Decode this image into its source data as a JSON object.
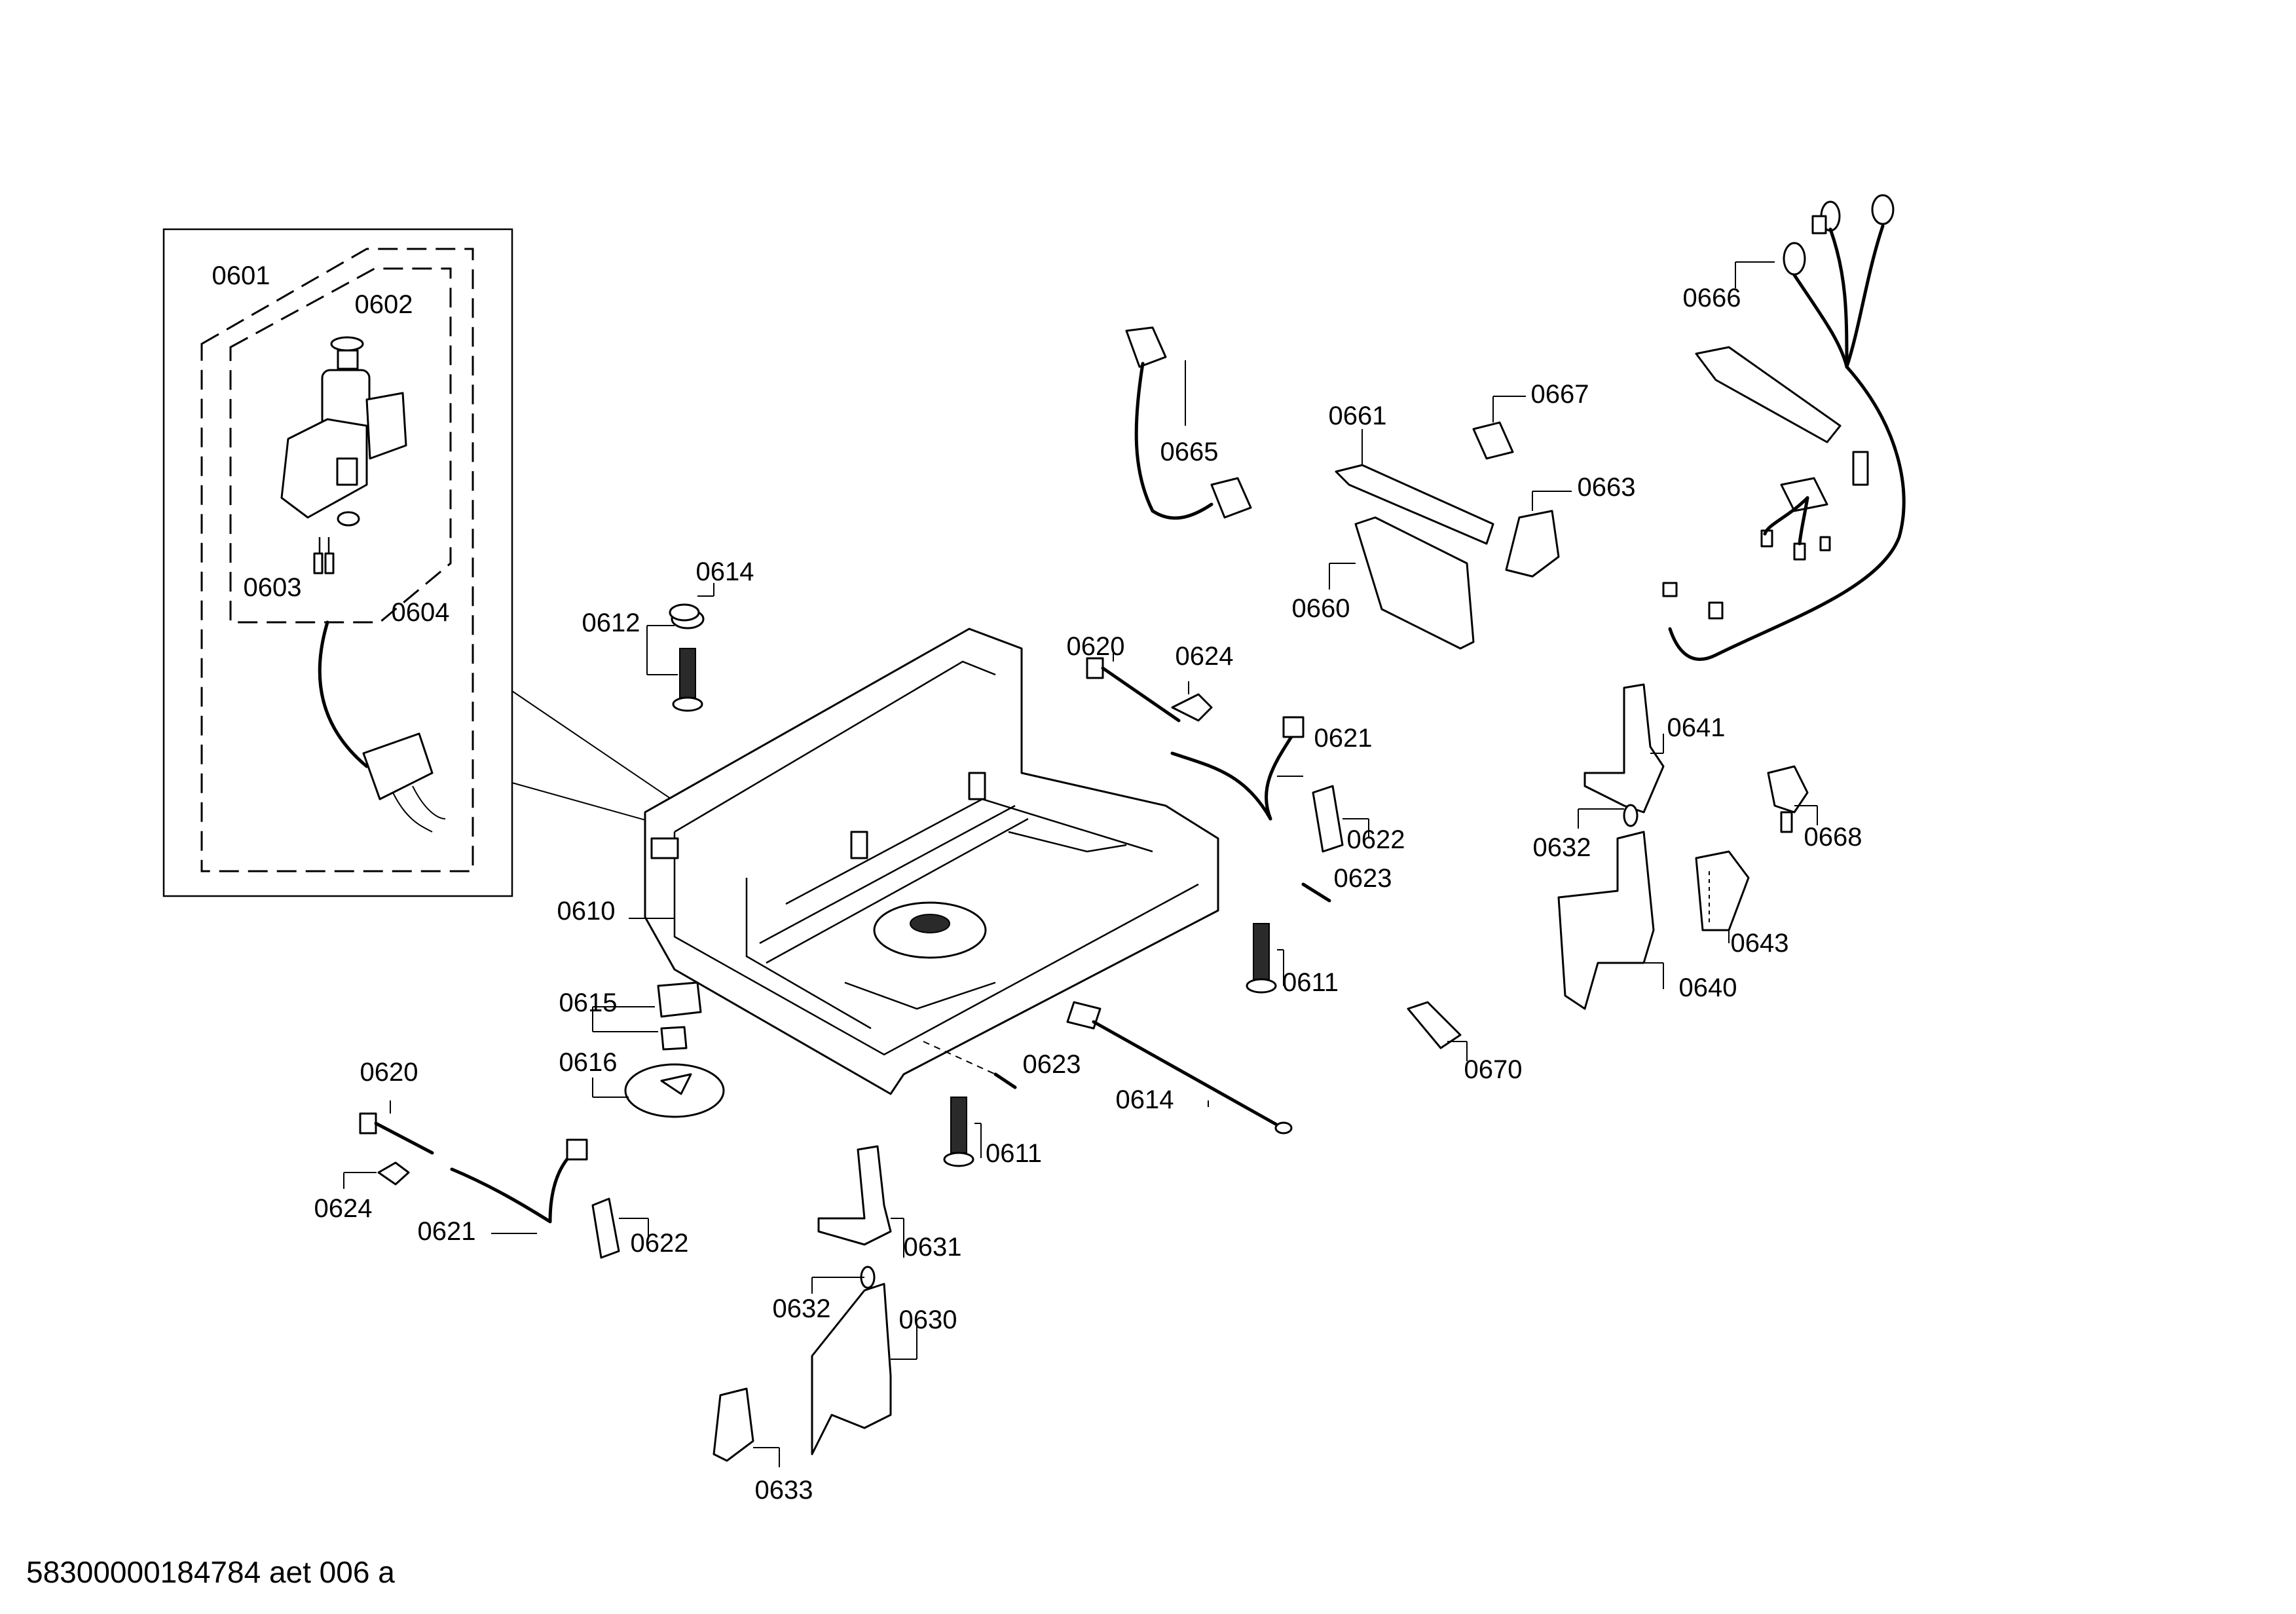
{
  "diagram": {
    "labels": [
      "0601",
      "0602",
      "0603",
      "0604",
      "0610",
      "0611",
      "0611",
      "0612",
      "0614",
      "0614",
      "0615",
      "0616",
      "0620",
      "0620",
      "0621",
      "0621",
      "0622",
      "0622",
      "0623",
      "0623",
      "0624",
      "0624",
      "0630",
      "0631",
      "0632",
      "0632",
      "0633",
      "0640",
      "0641",
      "0643",
      "0660",
      "0661",
      "0663",
      "0665",
      "0666",
      "0667",
      "0668",
      "0670"
    ]
  },
  "footer": {
    "code": "58300000184784 aet 006 a"
  }
}
